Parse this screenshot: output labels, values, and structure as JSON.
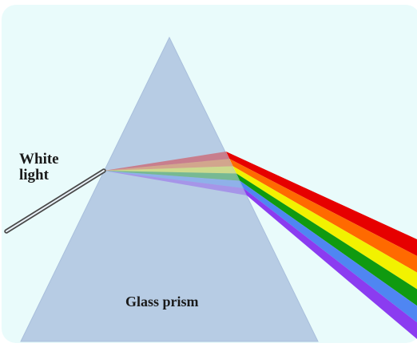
{
  "labels": {
    "incident_line1": "White",
    "incident_line2": "light",
    "prism": "Glass prism"
  },
  "colors": {
    "background": "#e9fbfb",
    "prism_fill": "#b7cce4",
    "prism_edge": "#a9bfdc",
    "beam": "#4a4a4a"
  },
  "spectrum": [
    {
      "color_name": "red",
      "color": "#e60000"
    },
    {
      "color_name": "orange",
      "color": "#ff6a00"
    },
    {
      "color_name": "yellow",
      "color": "#f2f200"
    },
    {
      "color_name": "green",
      "color": "#109a10"
    },
    {
      "color_name": "blue",
      "color": "#4f86f2"
    },
    {
      "color_name": "violet",
      "color": "#8b3cf0"
    }
  ]
}
